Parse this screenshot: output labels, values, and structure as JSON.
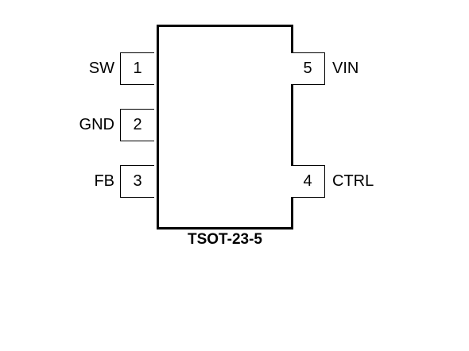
{
  "package": {
    "name": "TSOT-23-5"
  },
  "pins": {
    "left": [
      {
        "number": "1",
        "name": "SW"
      },
      {
        "number": "2",
        "name": "GND"
      },
      {
        "number": "3",
        "name": "FB"
      }
    ],
    "right": [
      {
        "number": "5",
        "name": "VIN"
      },
      {
        "number": "4",
        "name": "CTRL"
      }
    ]
  },
  "colors": {
    "outline": "#000000",
    "background": "#ffffff"
  }
}
